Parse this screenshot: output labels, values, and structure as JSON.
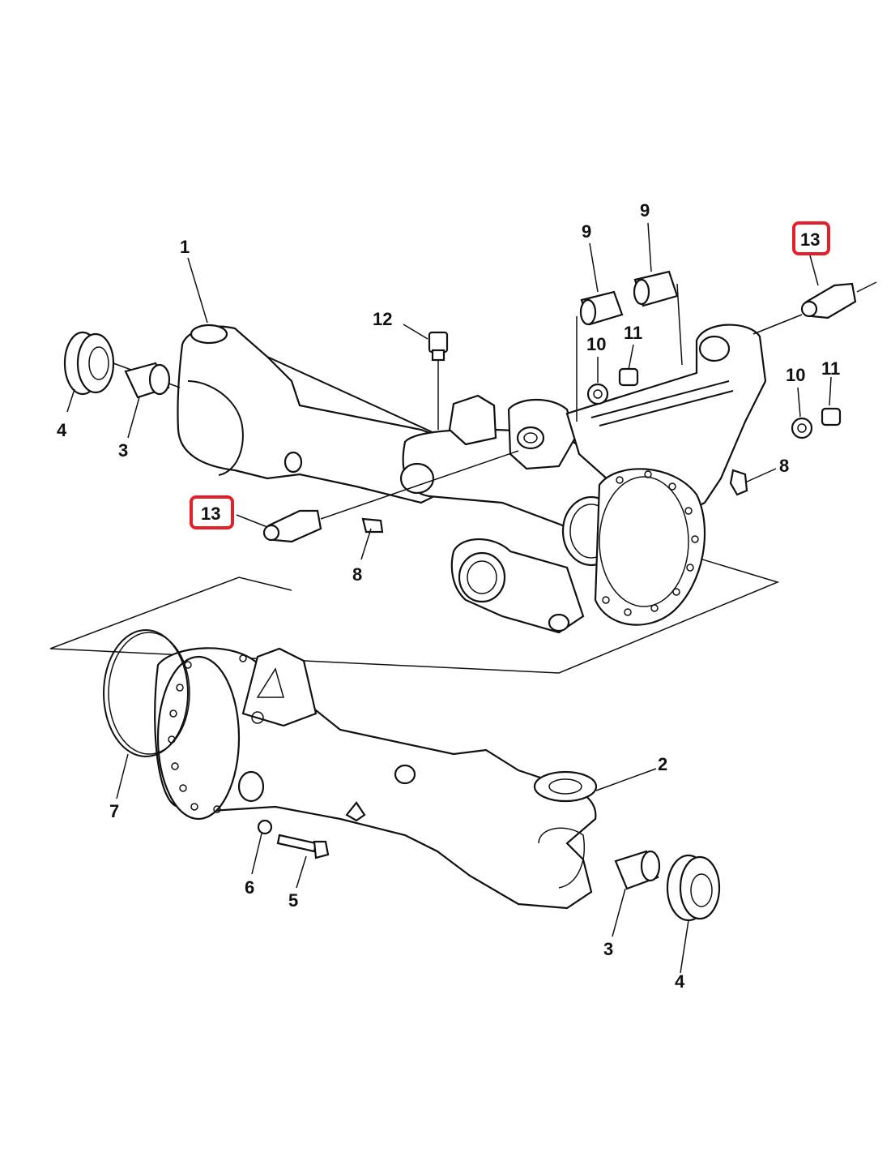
{
  "highlight_color": "#e3202a",
  "callouts": {
    "c1": "1",
    "c2": "2",
    "c3a": "3",
    "c3b": "3",
    "c4a": "4",
    "c4b": "4",
    "c5": "5",
    "c6": "6",
    "c7": "7",
    "c8a": "8",
    "c8b": "8",
    "c9a": "9",
    "c9b": "9",
    "c10a": "10",
    "c10b": "10",
    "c11a": "11",
    "c11b": "11",
    "c12": "12",
    "c13a": "13",
    "c13b": "13"
  }
}
